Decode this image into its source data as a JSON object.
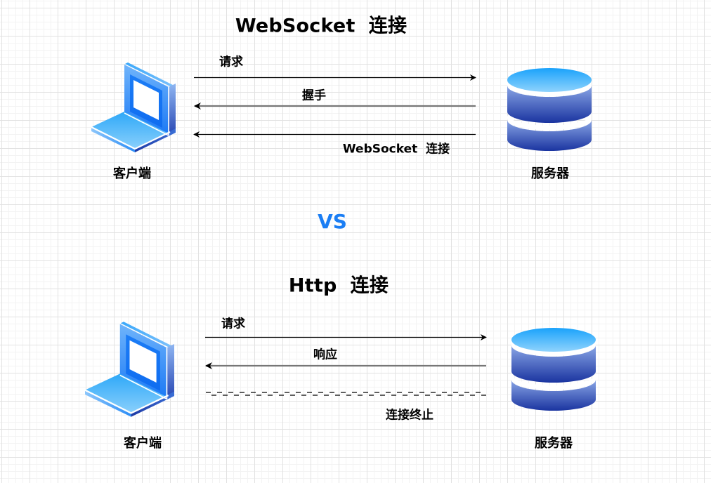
{
  "diagram": {
    "separator": {
      "label": "VS",
      "color": "#1b7ef4"
    },
    "sections": [
      {
        "id": "websocket",
        "title": "WebSocket  连接",
        "client": {
          "label": "客户端",
          "icon": "laptop-icon"
        },
        "server": {
          "label": "服务器",
          "icon": "database-icon"
        },
        "edges": [
          {
            "label": "请求",
            "direction": "client-to-server",
            "style": "solid"
          },
          {
            "label": "握手",
            "direction": "server-to-client",
            "style": "solid-bold"
          },
          {
            "label": "WebSocket  连接",
            "direction": "server-to-client",
            "style": "solid"
          }
        ]
      },
      {
        "id": "http",
        "title": "Http  连接",
        "client": {
          "label": "客户端",
          "icon": "laptop-icon"
        },
        "server": {
          "label": "服务器",
          "icon": "database-icon"
        },
        "edges": [
          {
            "label": "请求",
            "direction": "client-to-server",
            "style": "solid"
          },
          {
            "label": "响应",
            "direction": "server-to-client",
            "style": "solid-bold"
          },
          {
            "label": "连接终止",
            "direction": "none",
            "style": "dashed"
          }
        ]
      }
    ],
    "colors": {
      "text": "#000000",
      "arrow": "#000000",
      "arrow_bold": "#777777",
      "icon_light": "#38b6fb",
      "icon_mid": "#1a7cf5",
      "icon_dark": "#1f3fa6"
    }
  }
}
